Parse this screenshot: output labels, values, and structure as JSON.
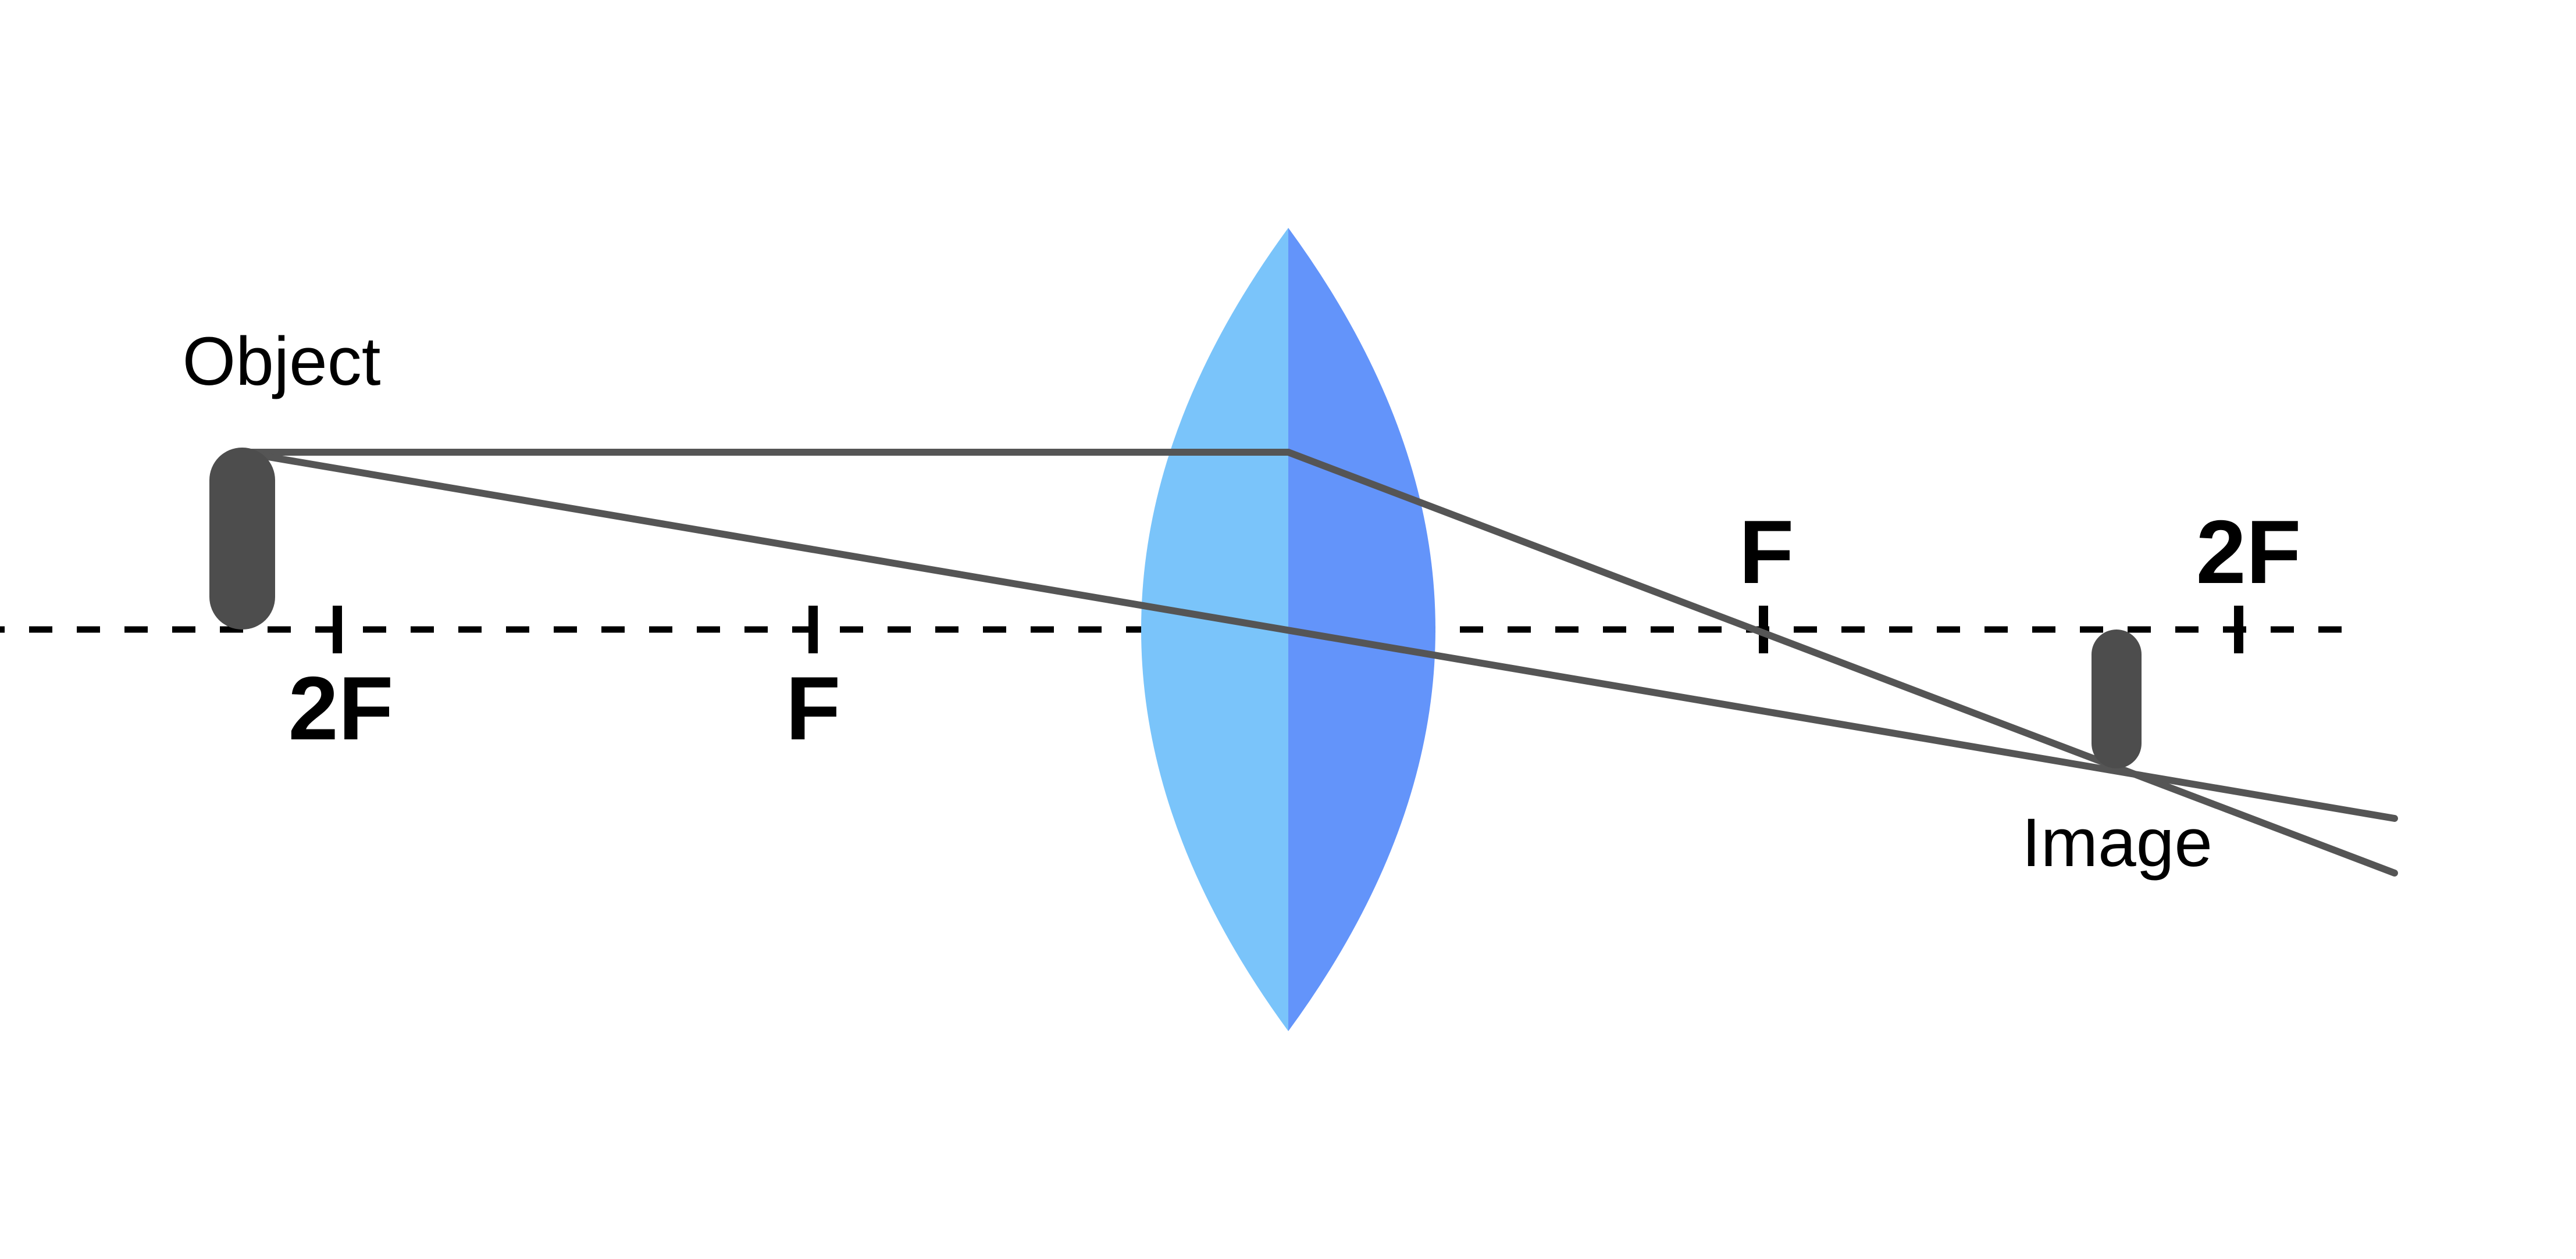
{
  "diagram": {
    "type": "converging-lens-ray-diagram",
    "labels": {
      "object": "Object",
      "image": "Image",
      "left_outer_focal": "2F",
      "left_focal": "F",
      "right_focal": "F",
      "right_outer_focal": "2F"
    },
    "colors": {
      "background": "#ffffff",
      "lens_left": "#7ac4fa",
      "lens_right": "#6394fa",
      "marker": "#4d4d4d",
      "ray": "#555555",
      "axis": "#000000",
      "text": "#000000"
    }
  }
}
